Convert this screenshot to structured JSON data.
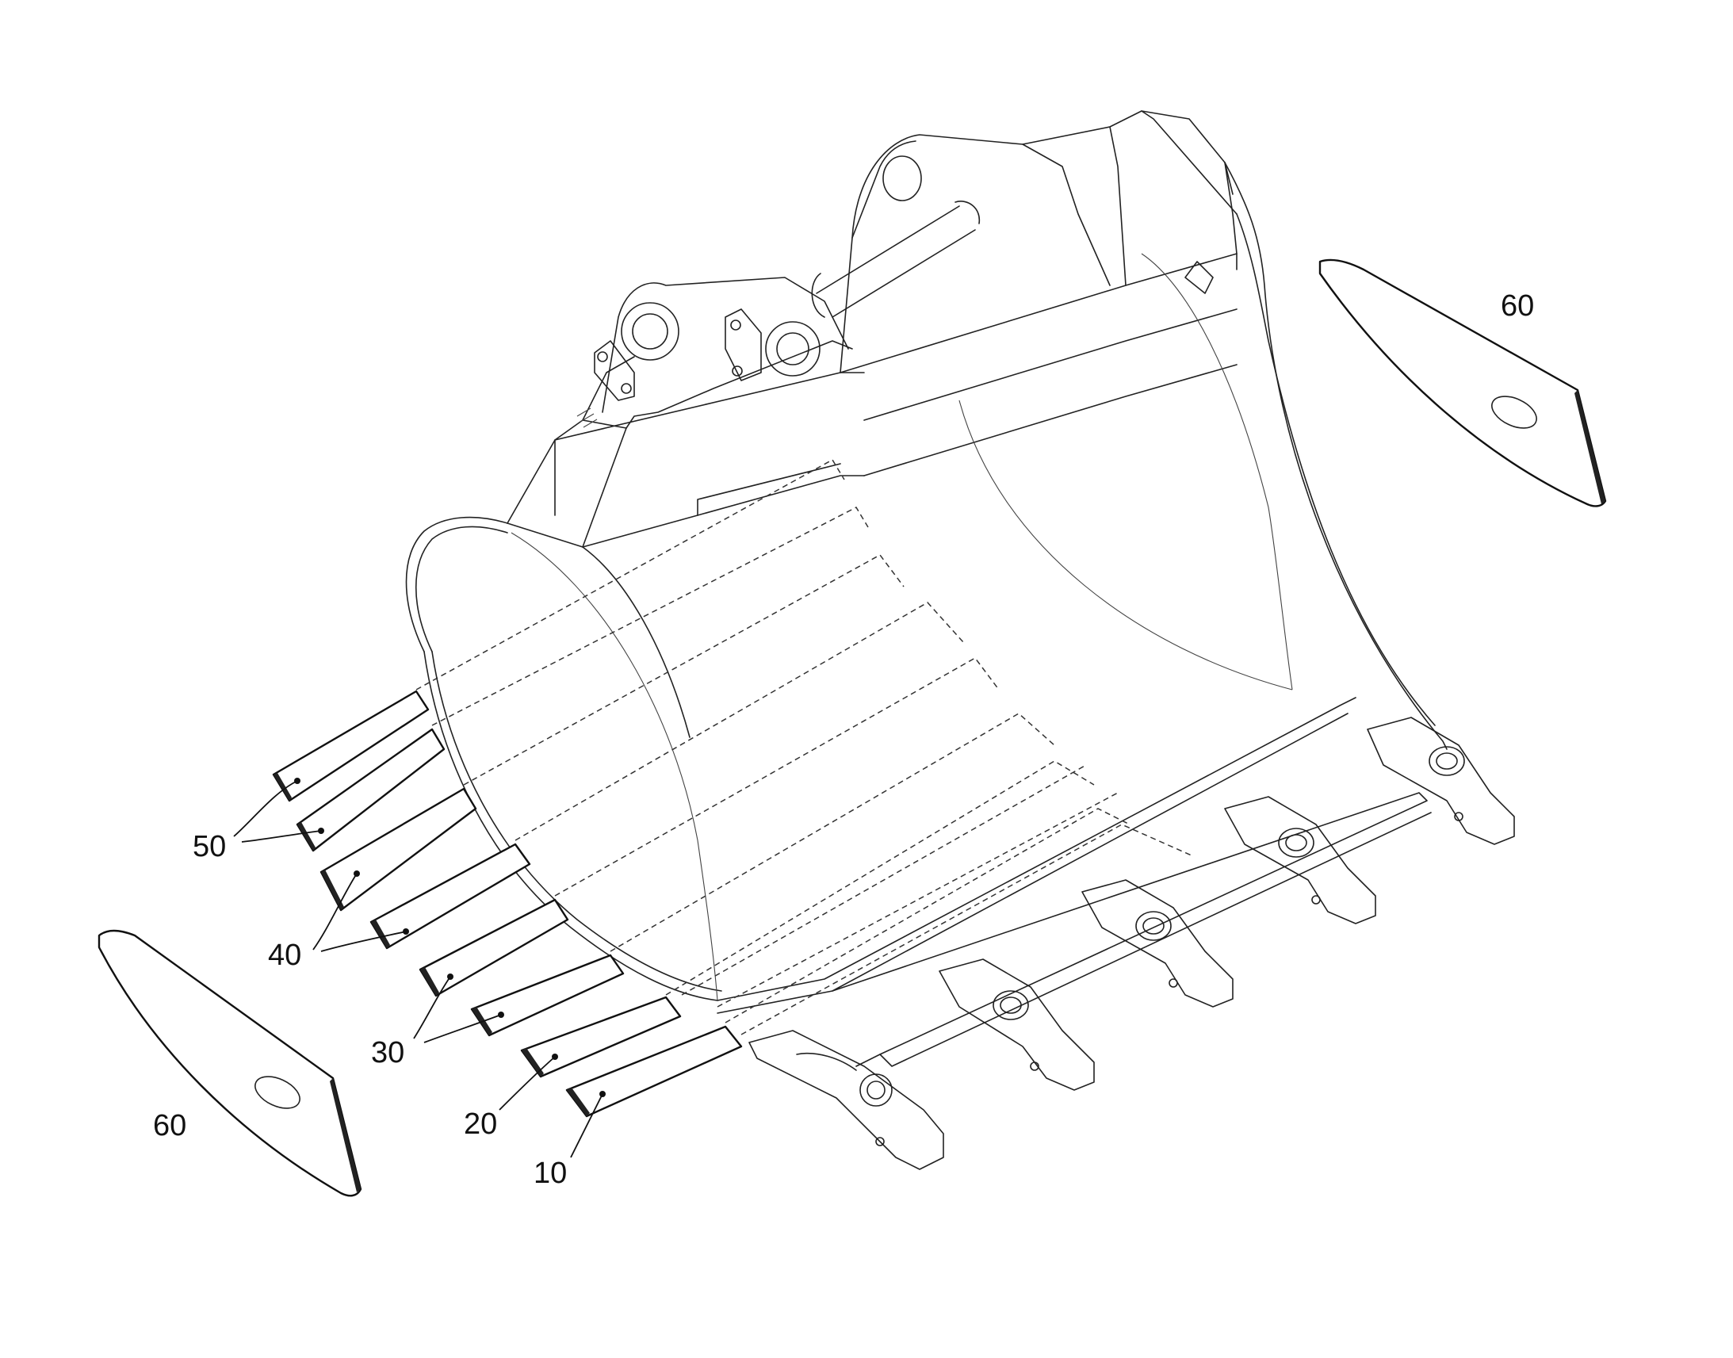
{
  "reference_numerals": {
    "n10": "10",
    "n20": "20",
    "n30": "30",
    "n40": "40",
    "n50": "50",
    "n60_left": "60",
    "n60_right": "60"
  }
}
